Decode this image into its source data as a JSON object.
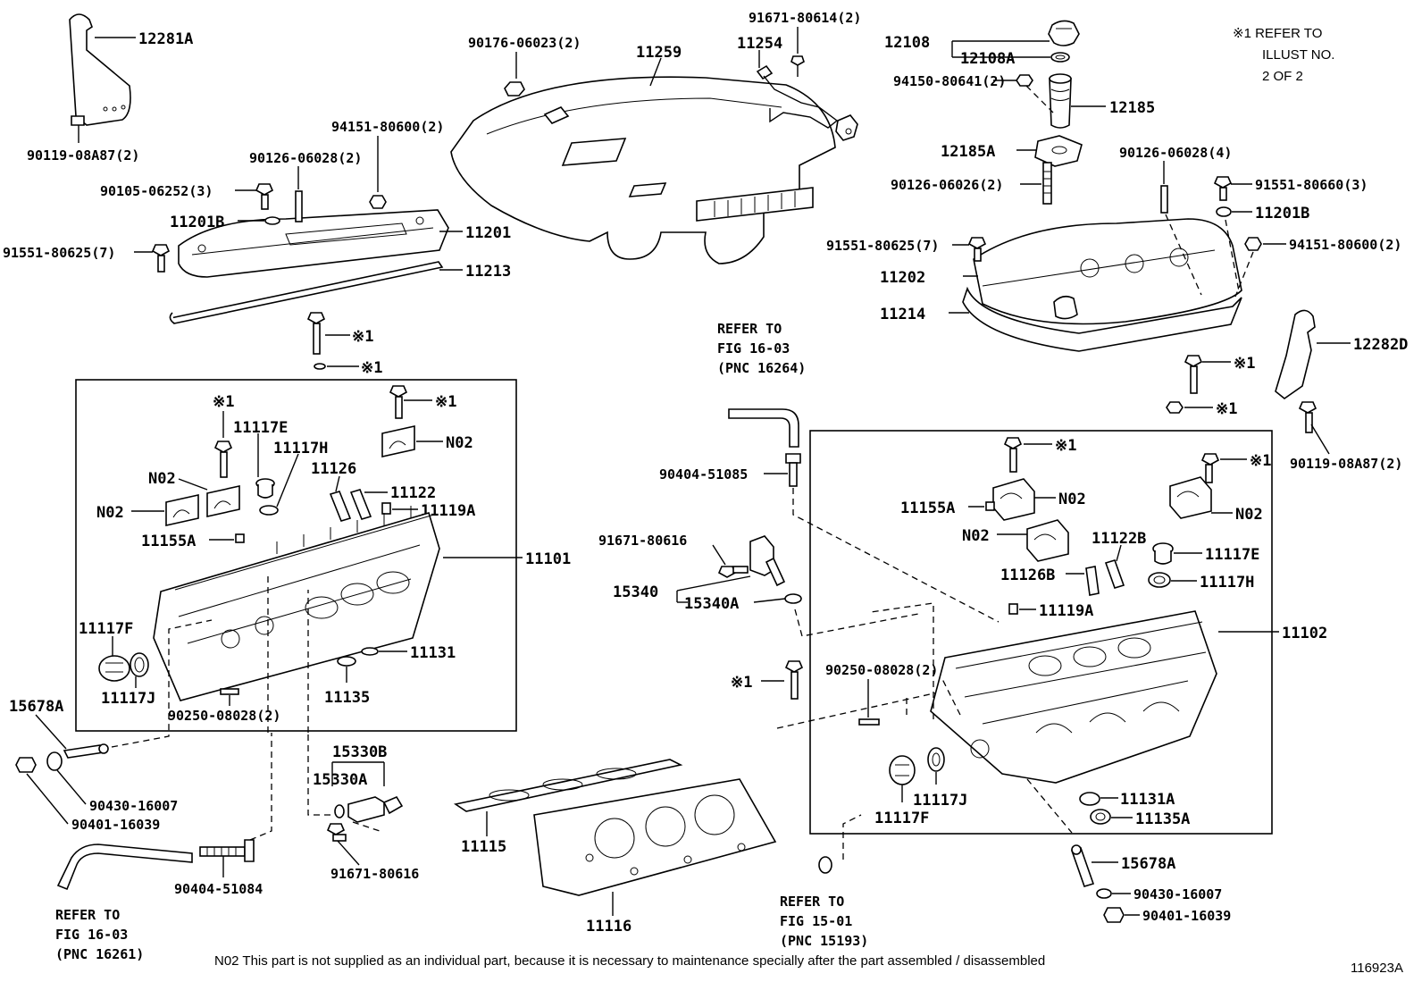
{
  "labels": {
    "p12281A": "12281A",
    "p90119_08A87_l": "90119-08A87(2)",
    "p90176_06023": "90176-06023(2)",
    "p11259": "11259",
    "p91671_80614": "91671-80614(2)",
    "p11254": "11254",
    "p12108": "12108",
    "p12108A": "12108A",
    "p94150_80641": "94150-80641(2)",
    "p12185": "12185",
    "p12185A": "12185A",
    "p90126_06026": "90126-06026(2)",
    "p94151_80600_l": "94151-80600(2)",
    "p90126_06028_l": "90126-06028(2)",
    "p90105_06252": "90105-06252(3)",
    "p11201B_l": "11201B",
    "p11201": "11201",
    "p91551_80625_l": "91551-80625(7)",
    "p11213": "11213",
    "p90126_06028_r": "90126-06028(4)",
    "p91551_80660": "91551-80660(3)",
    "p11201B_r": "11201B",
    "p91551_80625_r": "91551-80625(7)",
    "p94151_80600_r": "94151-80600(2)",
    "p11202": "11202",
    "p11214": "11214",
    "p12282D": "12282D",
    "p90119_08A87_r": "90119-08A87(2)",
    "p11117E_l": "11117E",
    "p11117H_l": "11117H",
    "p11126": "11126",
    "p11122": "11122",
    "p11119A_l": "11119A",
    "p11155A_l": "11155A",
    "p11101": "11101",
    "p11117F_l": "11117F",
    "p11117J_l": "11117J",
    "p11131": "11131",
    "p11135": "11135",
    "p90250_08028_l": "90250-08028(2)",
    "p15678A_l": "15678A",
    "p90430_16007_l": "90430-16007",
    "p90401_16039_l": "90401-16039",
    "p90404_51084": "90404-51084",
    "p15330B": "15330B",
    "p15330A": "15330A",
    "p91671_80616_b": "91671-80616",
    "p11115": "11115",
    "p11116": "11116",
    "p90404_51085": "90404-51085",
    "p91671_80616_m": "91671-80616",
    "p15340": "15340",
    "p15340A": "15340A",
    "p11155A_r": "11155A",
    "p11122B": "11122B",
    "p11117E_r": "11117E",
    "p11126B": "11126B",
    "p11117H_r": "11117H",
    "p11119A_r": "11119A",
    "p11102": "11102",
    "p90250_08028_r": "90250-08028(2)",
    "p11117J_r": "11117J",
    "p11117F_r": "11117F",
    "p11131A": "11131A",
    "p11135A": "11135A",
    "p15678A_r": "15678A",
    "p90430_16007_r": "90430-16007",
    "p90401_16039_r": "90401-16039",
    "n02": "N02",
    "ref1": "※1"
  },
  "refer_16_03_top": [
    "REFER TO",
    "FIG 16-03",
    "(PNC 16264)"
  ],
  "refer_16_03_bottom": [
    "REFER TO",
    "FIG 16-03",
    "(PNC 16261)"
  ],
  "refer_15_01": [
    "REFER TO",
    "FIG 15-01",
    "(PNC 15193)"
  ],
  "note_ref": [
    "※1  REFER TO",
    "ILLUST NO.",
    "2 OF 2"
  ],
  "footnote": "N02  This part is not supplied as an individual part, because it is necessary to maintenance specially after the part assembled / disassembled",
  "illustration_id": "116923A"
}
